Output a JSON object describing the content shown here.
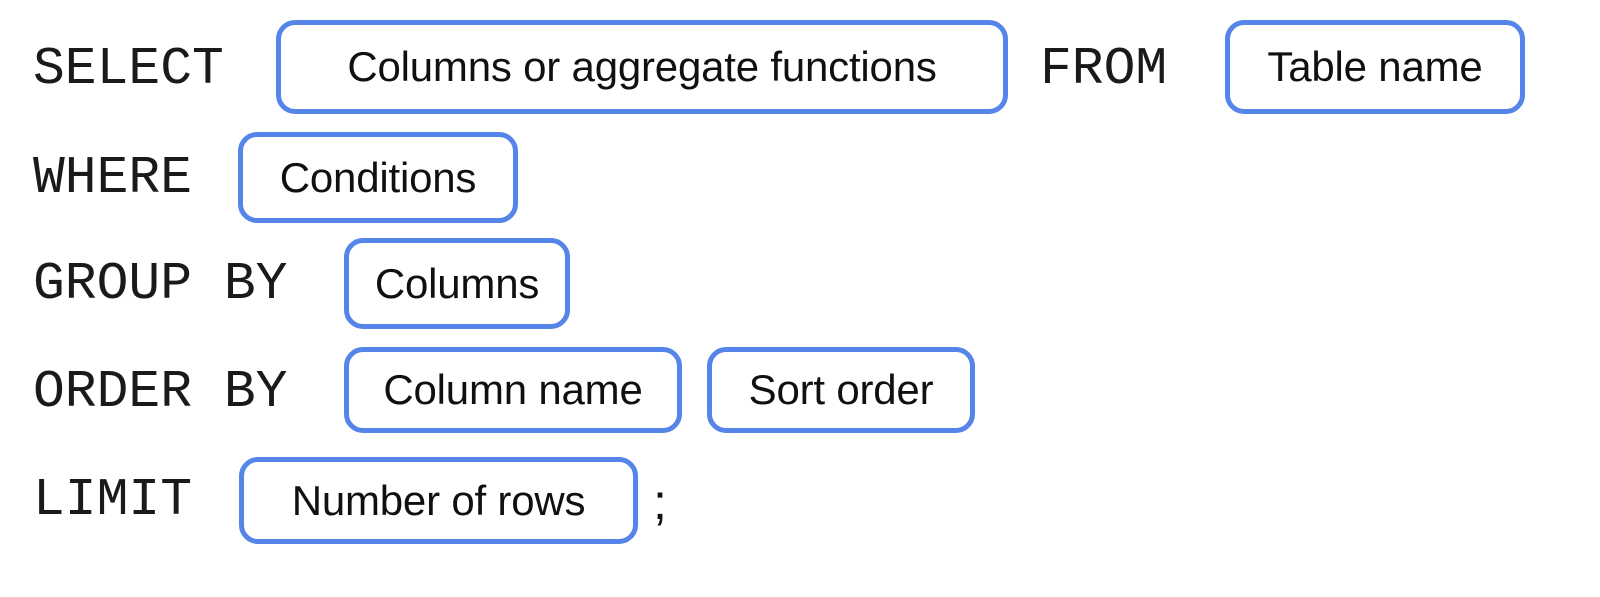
{
  "diagram": {
    "type": "sql-query-syntax-template",
    "accent_color": "#5585e8",
    "text_color": "#101010",
    "background_color": "#ffffff",
    "lines": [
      {
        "id": "select-from",
        "keyword_1": "SELECT",
        "slot_1": "Columns or aggregate functions",
        "keyword_2": "FROM",
        "slot_2": "Table name"
      },
      {
        "id": "where",
        "keyword_1": "WHERE",
        "slot_1": "Conditions"
      },
      {
        "id": "group-by",
        "keyword_1": "GROUP BY",
        "slot_1": "Columns"
      },
      {
        "id": "order-by",
        "keyword_1": "ORDER BY",
        "slot_1": "Column name",
        "slot_2": "Sort order"
      },
      {
        "id": "limit",
        "keyword_1": "LIMIT",
        "slot_1": "Number of rows",
        "terminator": ";"
      }
    ]
  }
}
